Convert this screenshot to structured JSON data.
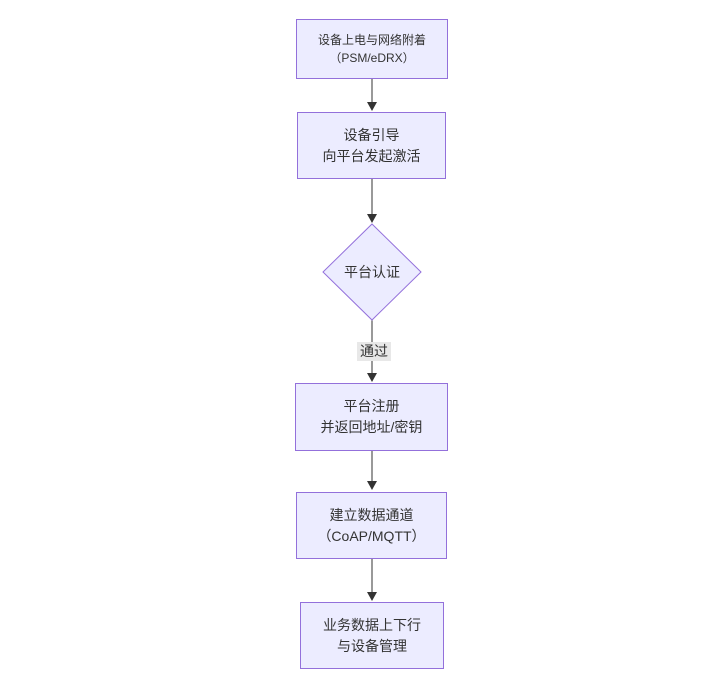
{
  "colors": {
    "node_fill": "#ececff",
    "node_border": "#9370db",
    "text": "#333333",
    "edge": "#333333",
    "edge_label_bg": "#e8e8e8",
    "canvas_bg": "#ffffff"
  },
  "flowchart": {
    "direction": "top-down",
    "nodes": [
      {
        "id": "power-attach",
        "shape": "rect",
        "lines": [
          "设备上电与网络附着",
          "（PSM/eDRX）"
        ]
      },
      {
        "id": "bootstrap",
        "shape": "rect",
        "lines": [
          "设备引导",
          "向平台发起激活"
        ]
      },
      {
        "id": "platform-auth",
        "shape": "diamond",
        "lines": [
          "平台认证"
        ]
      },
      {
        "id": "register",
        "shape": "rect",
        "lines": [
          "平台注册",
          "并返回地址/密钥"
        ]
      },
      {
        "id": "data-channel",
        "shape": "rect",
        "lines": [
          "建立数据通道",
          "（CoAP/MQTT）"
        ]
      },
      {
        "id": "business",
        "shape": "rect",
        "lines": [
          "业务数据上下行",
          "与设备管理"
        ]
      }
    ],
    "edges": [
      {
        "from": "power-attach",
        "to": "bootstrap",
        "label": ""
      },
      {
        "from": "bootstrap",
        "to": "platform-auth",
        "label": ""
      },
      {
        "from": "platform-auth",
        "to": "register",
        "label": "通过"
      },
      {
        "from": "register",
        "to": "data-channel",
        "label": ""
      },
      {
        "from": "data-channel",
        "to": "business",
        "label": ""
      }
    ]
  }
}
